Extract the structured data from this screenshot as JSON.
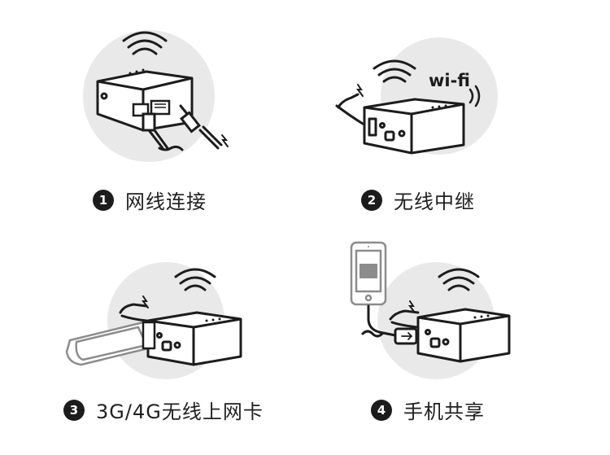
{
  "colors": {
    "circle": "#e9e9e9",
    "ink": "#1c1c1c",
    "device": "#ffffff"
  },
  "panels": [
    {
      "number": "1",
      "label": "网线连接"
    },
    {
      "number": "2",
      "label": "无线中继",
      "wifi_logo": "wi-fi"
    },
    {
      "number": "3",
      "label": "3G/4G无线上网卡"
    },
    {
      "number": "4",
      "label": "手机共享"
    }
  ]
}
